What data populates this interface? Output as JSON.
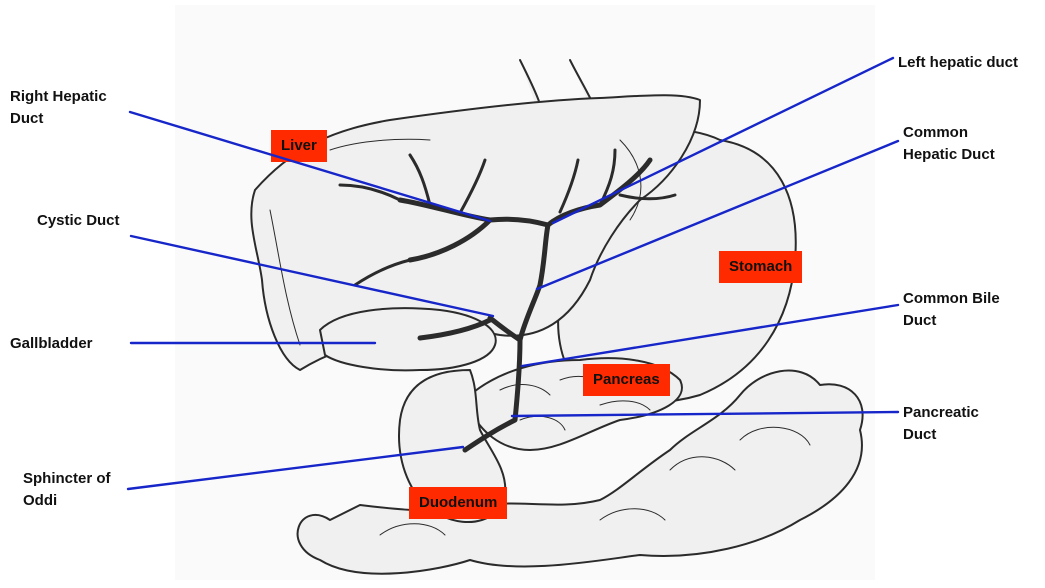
{
  "colors": {
    "leader_line": "#1726c9",
    "organ_label_bg": "#ff2a00",
    "sketch_stroke": "#2b2b2b",
    "sketch_fill": "#f0f0f0"
  },
  "callouts": {
    "right_hepatic_duct": "Right Hepatic\nDuct",
    "left_hepatic_duct": "Left hepatic duct",
    "common_hepatic_duct": "Common\nHepatic Duct",
    "cystic_duct": "Cystic Duct",
    "gallbladder": "Gallbladder",
    "common_bile_duct": "Common Bile\nDuct",
    "pancreatic_duct": "Pancreatic\nDuct",
    "sphincter_of_oddi": "Sphincter of\nOddi"
  },
  "organs": {
    "liver": "Liver",
    "stomach": "Stomach",
    "pancreas": "Pancreas",
    "duodenum": "Duodenum"
  }
}
